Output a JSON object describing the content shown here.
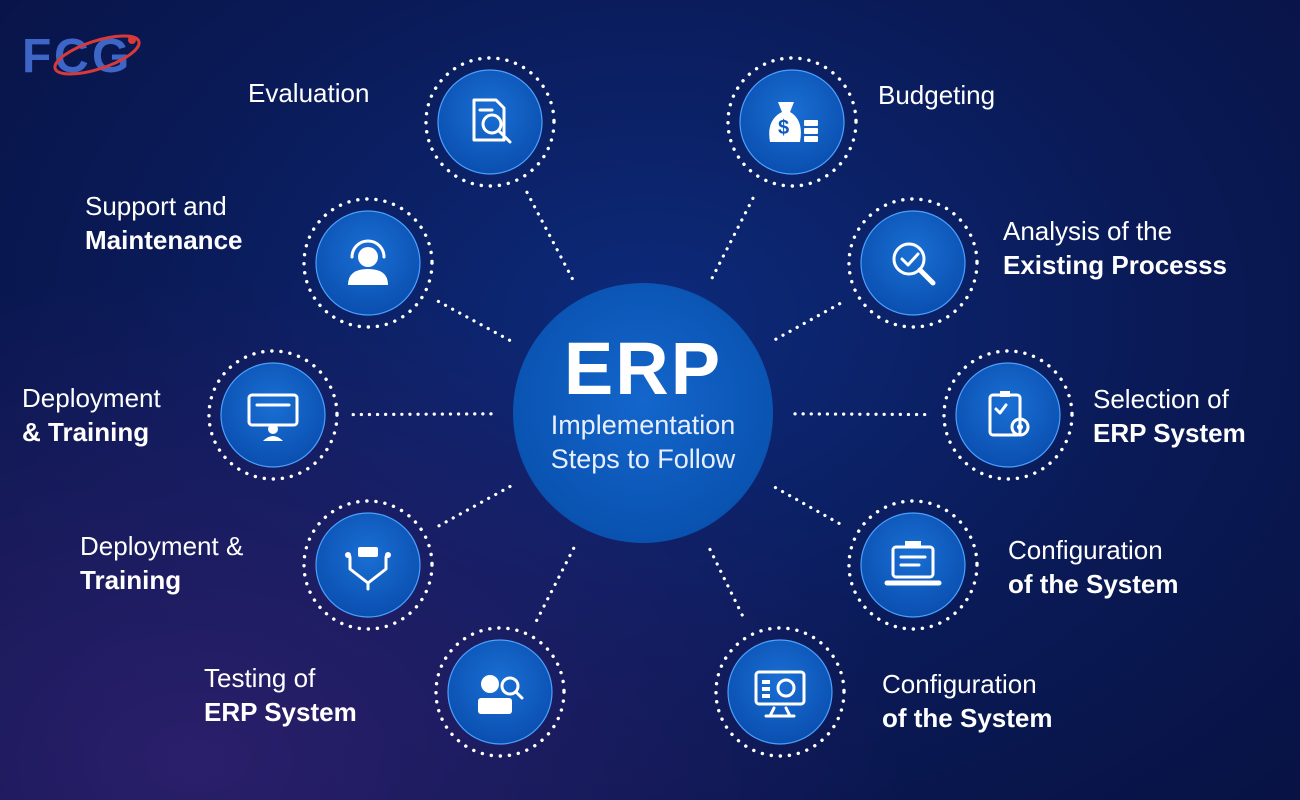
{
  "logo": {
    "text": "FCG"
  },
  "center": {
    "title": "ERP",
    "subtitle_line1": "Implementation",
    "subtitle_line2": "Steps to Follow"
  },
  "steps": [
    {
      "line1": "Evaluation",
      "line2": "",
      "icon": "document-search-icon"
    },
    {
      "line1": "Budgeting",
      "line2": "",
      "icon": "money-bag-icon"
    },
    {
      "line1": "Support and",
      "line2": "Maintenance",
      "icon": "headset-support-icon"
    },
    {
      "line1": "Analysis of the",
      "line2": "Existing Processs",
      "icon": "magnifier-check-icon"
    },
    {
      "line1": "Deployment",
      "line2": "& Training",
      "icon": "presentation-board-icon"
    },
    {
      "line1": "Selection of",
      "line2": "ERP System",
      "icon": "clipboard-gear-icon"
    },
    {
      "line1": "Deployment &",
      "line2": "Training",
      "icon": "workflow-node-icon"
    },
    {
      "line1": "Configuration",
      "line2": "of the System",
      "icon": "laptop-config-icon"
    },
    {
      "line1": "Testing of",
      "line2": "ERP System",
      "icon": "team-testing-icon"
    },
    {
      "line1": "Configuration",
      "line2": "of the System",
      "icon": "monitor-settings-icon"
    }
  ],
  "colors": {
    "background": "#0a1a57",
    "node_fill": "#0b5cc0",
    "node_ring": "#ffffff",
    "center_fill": "#0a5bc0",
    "logo_red": "#d83a3a",
    "logo_blue": "#3d66c7"
  }
}
